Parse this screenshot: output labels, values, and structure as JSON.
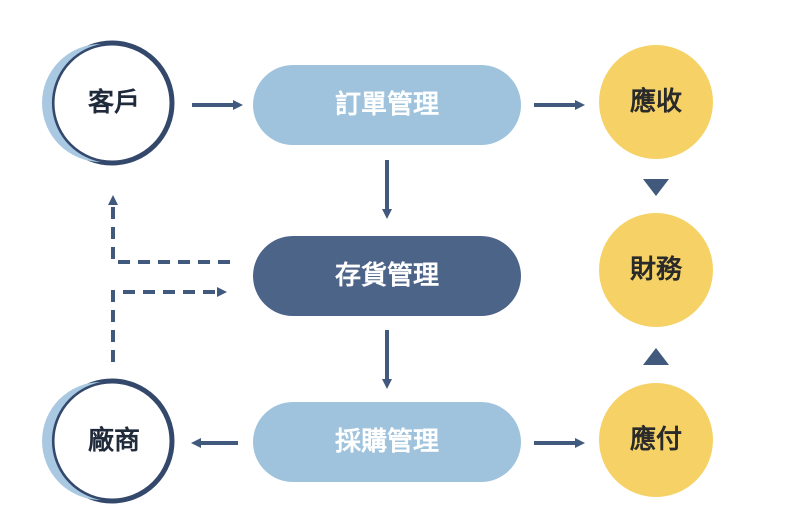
{
  "nodes": {
    "customer": "客戶",
    "supplier": "廠商",
    "order_mgmt": "訂單管理",
    "inventory_mgmt": "存貨管理",
    "purchase_mgmt": "採購管理",
    "receivable": "應收",
    "finance": "財務",
    "payable": "應付"
  },
  "colors": {
    "light_pill": "#9fc3dd",
    "dark_pill": "#4d6489",
    "yellow": "#f6d266",
    "circle_stroke": "#33486a",
    "circle_crescent": "#a9c8e2",
    "arrow": "#41597c"
  }
}
